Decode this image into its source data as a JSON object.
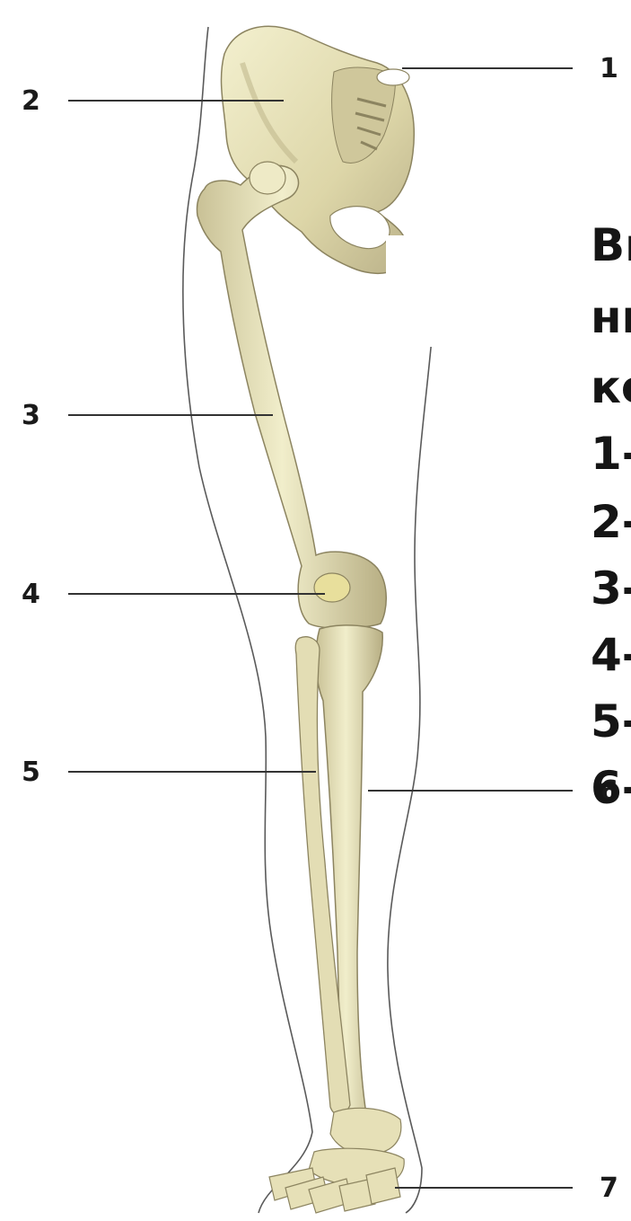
{
  "labels": {
    "l1": "1",
    "l2": "2",
    "l3": "3",
    "l4": "4",
    "l5": "5",
    "l6": "6",
    "l7": "7"
  },
  "question": {
    "line1": "Вı",
    "line2": "нı",
    "line3": "кс",
    "line4": "1-",
    "line5": "2-",
    "line6": "3-",
    "line7": "4-",
    "line8": "5-",
    "line9": "6-"
  },
  "colors": {
    "bone_fill": "#ece8bf",
    "bone_shade": "#bdb48a",
    "bone_outline": "#8c8460",
    "skin_outline": "#5a5a5a",
    "leader_line": "#333333",
    "text": "#151515"
  }
}
